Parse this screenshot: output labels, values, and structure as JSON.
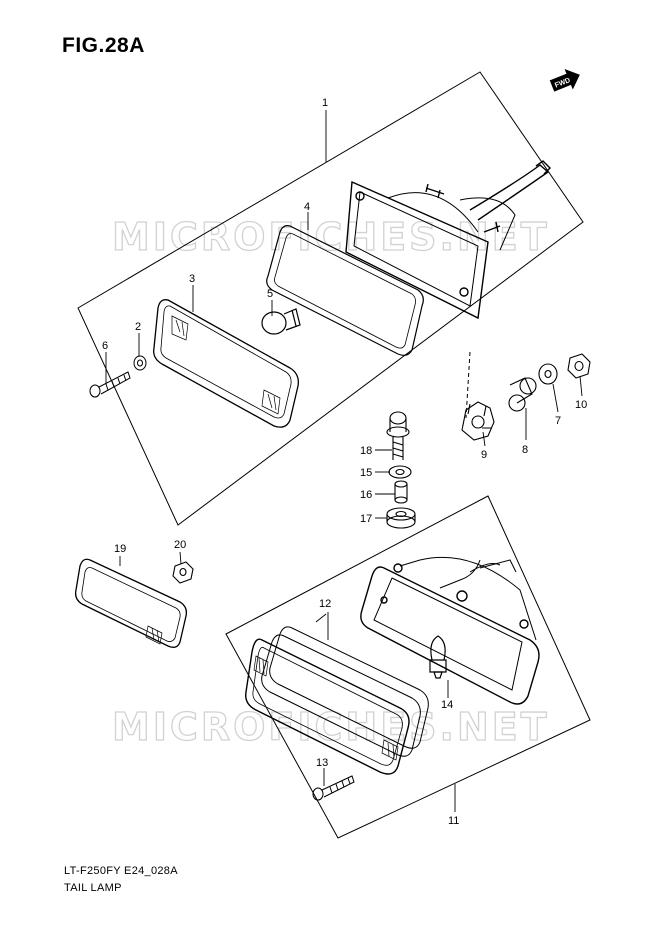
{
  "figure": {
    "title": "FIG.28A",
    "code": "LT-F250FY E24_028A",
    "name": "TAIL LAMP"
  },
  "watermark": "MICROFICHES.NET",
  "fwd_label": "FWD",
  "callouts": [
    "1",
    "2",
    "3",
    "4",
    "5",
    "6",
    "7",
    "8",
    "9",
    "10",
    "11",
    "12",
    "13",
    "14",
    "15",
    "16",
    "17",
    "18",
    "19",
    "20"
  ]
}
